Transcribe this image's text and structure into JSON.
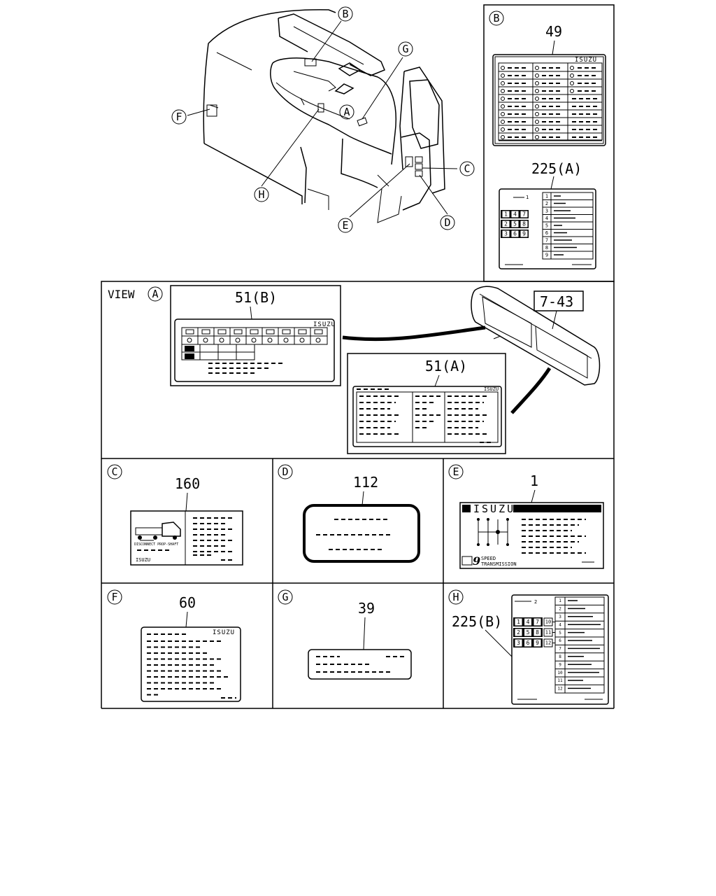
{
  "overview": {
    "callouts": {
      "B": "B",
      "G": "G",
      "A": "A",
      "F": "F",
      "H": "H",
      "C": "C",
      "E": "E",
      "D": "D"
    }
  },
  "panels": {
    "B": {
      "letter": "B",
      "part_top": "49",
      "part_bottom": "225(A)",
      "brand": "ISUZU",
      "fuse_numbers": [
        "1",
        "2",
        "3",
        "4",
        "5",
        "6",
        "7",
        "8",
        "9"
      ],
      "relay_numbers": [
        "1",
        "4",
        "7",
        "2",
        "5",
        "8",
        "3",
        "6",
        "9"
      ],
      "header_mark": "1"
    },
    "viewA": {
      "title": "VIEW",
      "letter": "A",
      "part_51b": "51(B)",
      "part_51a": "51(A)",
      "part_743": "7-43",
      "brand": "ISUZU"
    },
    "C": {
      "letter": "C",
      "part": "160",
      "brand": "ISUZU",
      "caption": "DISCONNECT PROP-SHAFT"
    },
    "D": {
      "letter": "D",
      "part": "112"
    },
    "E": {
      "letter": "E",
      "part": "1",
      "brand": "ISUZU",
      "speed_number": "9",
      "speed_text_1": "SPEED",
      "speed_text_2": "TRANSMISSION"
    },
    "F": {
      "letter": "F",
      "part": "60",
      "brand": "ISUZU"
    },
    "G": {
      "letter": "G",
      "part": "39"
    },
    "H": {
      "letter": "H",
      "part": "225(B)",
      "header_mark": "2",
      "fuse_numbers": [
        "1",
        "2",
        "3",
        "4",
        "5",
        "6",
        "7",
        "8",
        "9",
        "10",
        "11",
        "12"
      ],
      "relay_numbers": [
        "1",
        "4",
        "7",
        "2",
        "5",
        "8",
        "3",
        "6",
        "9"
      ],
      "side_numbers": [
        "10",
        "11",
        "12"
      ]
    }
  }
}
